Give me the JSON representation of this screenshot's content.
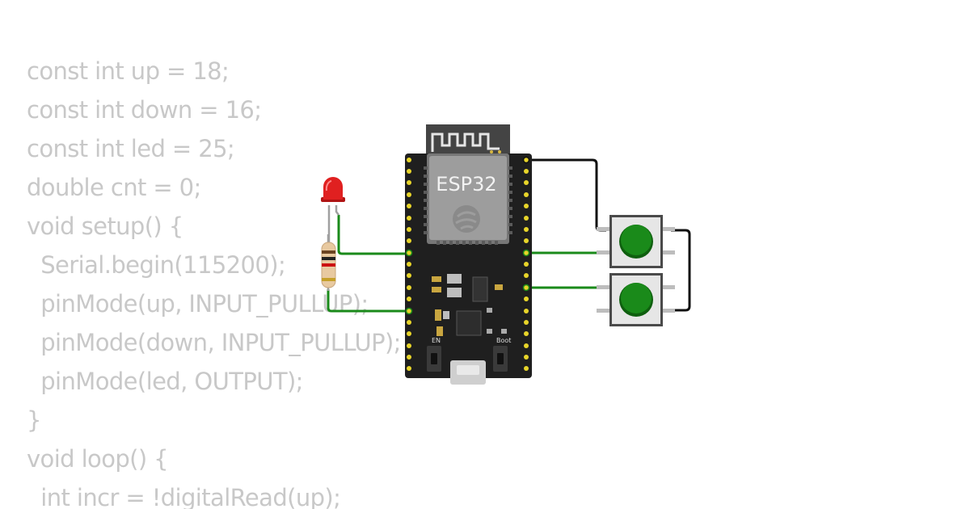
{
  "code": {
    "lines": [
      "const int up = 18;",
      "const int down = 16;",
      "const int led = 25;",
      "double cnt = 0;",
      "void setup() {",
      "  Serial.begin(115200);",
      "  pinMode(up, INPUT_PULLUP);",
      "  pinMode(down, INPUT_PULLUP);",
      "  pinMode(led, OUTPUT);",
      "}",
      "void loop() {",
      "  int incr = !digitalRead(up);"
    ]
  },
  "board": {
    "label": "ESP32",
    "en_label": "EN",
    "boot_label": "Boot"
  },
  "colors": {
    "code_text": "#c8c8c8",
    "wire_green": "#1a8a1a",
    "wire_black": "#111111",
    "board": "#1f1f1f",
    "pin_yellow": "#e8d52a",
    "led_red": "#e02020",
    "button_green": "#1a8a1a"
  },
  "icons": [
    "espressif-logo-icon",
    "wifi-antenna-icon",
    "usb-port-icon"
  ]
}
